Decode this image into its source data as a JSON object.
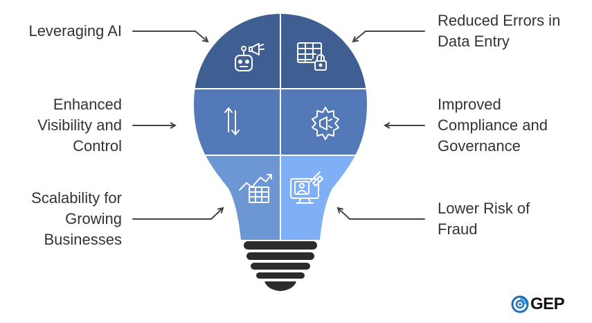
{
  "colors": {
    "top": "#3f5f92",
    "middle": "#5479b8",
    "bottom_left": "#6d97d4",
    "bottom_right": "#7fb0f5",
    "divider": "#ffffff",
    "base": "#2b2b2b",
    "arrow": "#444444",
    "text": "#333333",
    "brand_blue": "#1f6fb8"
  },
  "labels": {
    "leveraging_ai": [
      "Leveraging AI"
    ],
    "reduced_errors": [
      "Reduced Errors in",
      "Data Entry"
    ],
    "visibility": [
      "Enhanced",
      "Visibility and",
      "Control"
    ],
    "compliance": [
      "Improved",
      "Compliance and",
      "Governance"
    ],
    "scalability": [
      "Scalability for",
      "Growing",
      "Businesses"
    ],
    "fraud": [
      "Lower Risk of",
      "Fraud"
    ]
  },
  "icons": {
    "top_left": "robot-megaphone-icon",
    "top_right": "table-lock-icon",
    "middle_left": "up-down-arrows-icon",
    "middle_right": "gear-megaphone-icon",
    "bottom_left": "growth-chart-table-icon",
    "bottom_right": "monitor-user-icon"
  },
  "brand": {
    "text": "GEP"
  }
}
